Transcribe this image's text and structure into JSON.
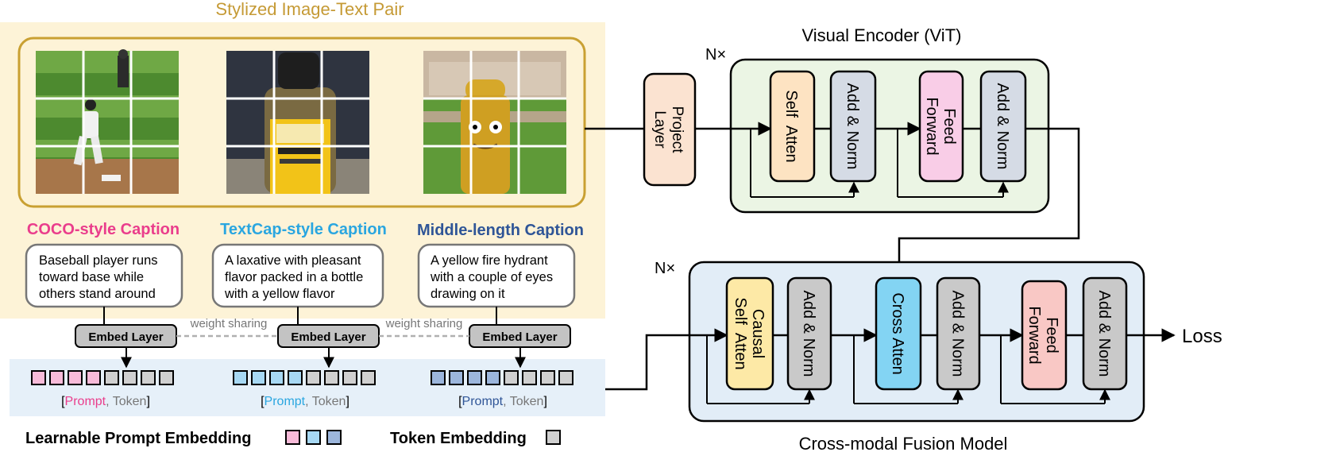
{
  "title": "Stylized Image-Text Pair",
  "captions": [
    {
      "style": "COCO-style Caption",
      "color": "#ea3d8c",
      "prompt_fill": "#f8bbd9",
      "lines": [
        "Baseball player runs",
        "toward base while",
        "others stand around"
      ]
    },
    {
      "style": "TextCap-style Caption",
      "color": "#2aa6e0",
      "prompt_fill": "#a7d8f3",
      "lines": [
        "A laxative with pleasant",
        "flavor packed in a bottle",
        "with a yellow flavor"
      ]
    },
    {
      "style": "Middle-length Caption",
      "color": "#2f5597",
      "prompt_fill": "#9cb6dc",
      "lines": [
        "A yellow fire hydrant",
        "with a couple of eyes",
        "drawing on it"
      ]
    }
  ],
  "embed_layer_label": "Embed Layer",
  "weight_sharing_label": "weight sharing",
  "token_label": {
    "open": "[",
    "prompt": "Prompt",
    "sep": ", ",
    "token": "Token",
    "close": "]"
  },
  "legend": {
    "prompt": "Learnable Prompt Embedding",
    "token": "Token Embedding"
  },
  "project_layer": [
    "Project",
    "Layer"
  ],
  "visual_encoder": {
    "title": "Visual Encoder (ViT)",
    "repeat": "N×",
    "blocks": [
      [
        "Self  Atten"
      ],
      [
        "Add & Norm"
      ],
      [
        "Feed",
        "Forward"
      ],
      [
        "Add & Norm"
      ]
    ]
  },
  "fusion_model": {
    "title": "Cross-modal Fusion Model",
    "repeat": "N×",
    "blocks": [
      [
        "Causal",
        "Self  Atten"
      ],
      [
        "Add & Norm"
      ],
      [
        "Cross Atten"
      ],
      [
        "Add & Norm"
      ],
      [
        "Feed",
        "Forward"
      ],
      [
        "Add & Norm"
      ]
    ]
  },
  "output": "Loss",
  "colors": {
    "panel_bg": "#fdf3d7",
    "gold_border": "#c9a032",
    "title_gold": "#c59a35",
    "embed_band": "#e6f0f9",
    "encoder_bg": "#ebf5e4",
    "fusion_bg": "#e2edf7",
    "project_fill": "#fbe3d1",
    "self_atten_fill": "#fde3c2",
    "norm_fill": "#d5dbe5",
    "ff_pink": "#f9cde7",
    "causal_fill": "#fde9a6",
    "gray_fill": "#c9c9c9",
    "cross_fill": "#83d4f3",
    "ff_salmon": "#f9c8c5",
    "token_gray": "#d0d0d0"
  }
}
